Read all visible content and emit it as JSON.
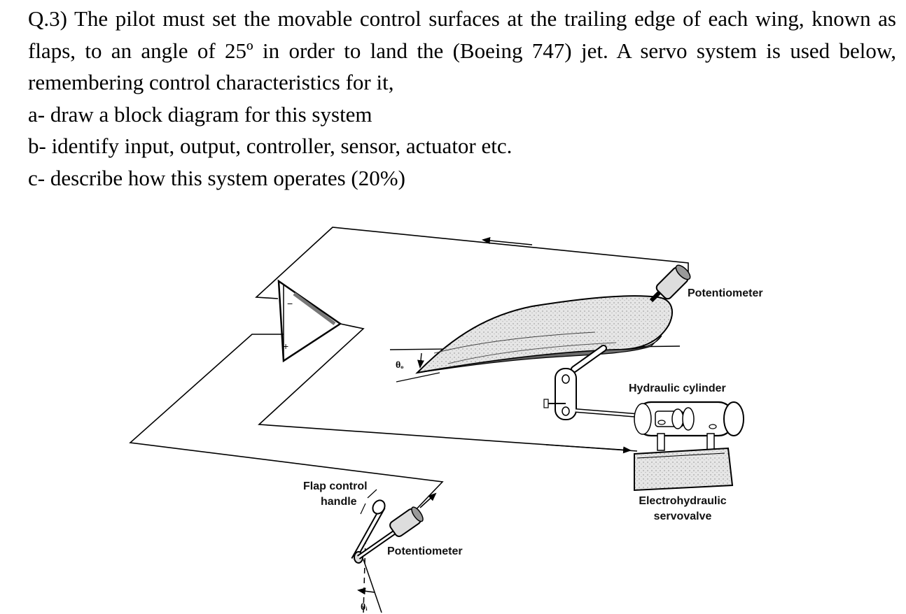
{
  "question": {
    "lines": [
      "Q.3) The pilot must set the movable control surfaces at the trailing edge of each wing, known as",
      "flaps, to an angle of 25º in order to land the (Boeing 747) jet. A servo system is used below,",
      "remembering control characteristics for it,",
      "a- draw a block diagram for this system",
      "b- identify input, output, controller, sensor, actuator etc.",
      "c- describe how this system operates (20%)"
    ]
  },
  "figure": {
    "labels": {
      "potentiometer_top": "Potentiometer",
      "hydraulic_cylinder": "Hydraulic cylinder",
      "servovalve_line1": "Electrohydraulic",
      "servovalve_line2": "servovalve",
      "flap_handle_line1": "Flap control",
      "flap_handle_line2": "handle",
      "potentiometer_bottom": "Potentiometer",
      "theta_output": "θₒ",
      "theta_input": "θᵢ",
      "amp_plus": "+",
      "amp_minus": "−"
    }
  }
}
